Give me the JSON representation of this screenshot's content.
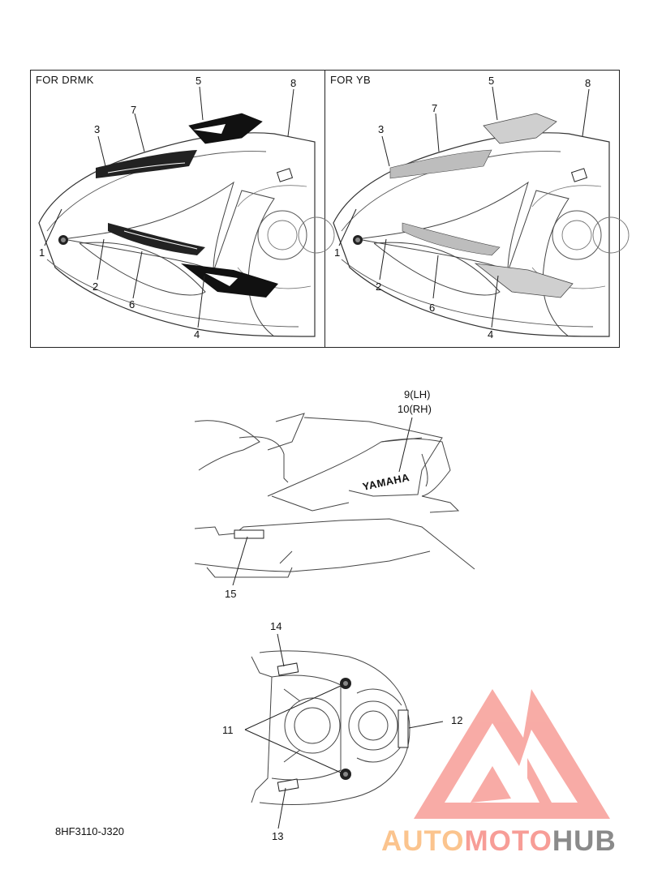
{
  "diagram": {
    "panels": [
      {
        "title": "FOR DRMK"
      },
      {
        "title": "FOR YB"
      }
    ],
    "callouts_drmk": [
      "1",
      "2",
      "3",
      "4",
      "5",
      "6",
      "7",
      "8"
    ],
    "callouts_yb": [
      "1",
      "2",
      "3",
      "4",
      "5",
      "6",
      "7",
      "8"
    ],
    "side_view": {
      "callout_top_lh": "9(LH)",
      "callout_top_rh": "10(RH)",
      "decal_text": "YAMAHA",
      "callout_bottom": "15"
    },
    "rear_view": {
      "callout_14": "14",
      "callout_11": "11",
      "callout_12": "12",
      "callout_13": "13"
    },
    "part_code": "8HF3110-J320"
  },
  "watermark": {
    "word_auto": "AUTO",
    "word_moto": "MOTO",
    "word_hub": "HUB",
    "colors": {
      "auto": "#fbc48e",
      "moto": "#f79d97",
      "hub": "#8a8a8a",
      "logo": "#f79d97"
    }
  }
}
